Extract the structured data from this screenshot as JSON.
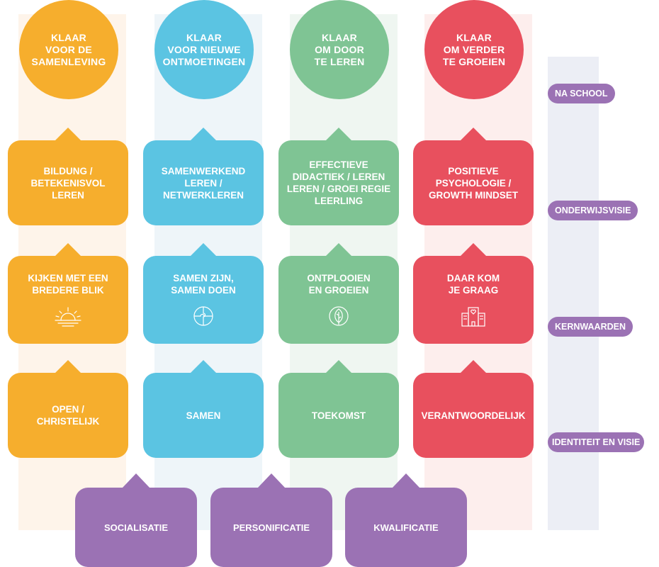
{
  "colors": {
    "yellow": "#f6ae2d",
    "blue": "#5bc4e2",
    "green": "#7fc494",
    "red": "#e8505e",
    "purple": "#9b72b4"
  },
  "columns": [
    {
      "circle": "KLAAR\nVOOR DE\nSAMENLEVING",
      "onderwijsvisie": "BILDUNG /\nBETEKENISVOL\nLEREN",
      "kernwaarde": "KIJKEN MET EEN\nBREDERE BLIK",
      "kernwaarde_icon": "sunrise-icon",
      "identiteit": "OPEN /\nCHRISTELIJK"
    },
    {
      "circle": "KLAAR\nVOOR NIEUWE\nONTMOETINGEN",
      "onderwijsvisie": "SAMENWERKEND\nLEREN /\nNETWERKLEREN",
      "kernwaarde": "SAMEN ZIJN,\nSAMEN DOEN",
      "kernwaarde_icon": "puzzle-circle-icon",
      "identiteit": "SAMEN"
    },
    {
      "circle": "KLAAR\nOM DOOR\nTE LEREN",
      "onderwijsvisie": "EFFECTIEVE\nDIDACTIEK / LEREN\nLEREN / GROEI REGIE\nLEERLING",
      "kernwaarde": "ONTPLOOIEN\nEN GROEIEN",
      "kernwaarde_icon": "leaf-circle-icon",
      "identiteit": "TOEKOMST"
    },
    {
      "circle": "KLAAR\nOM VERDER\nTE GROEIEN",
      "onderwijsvisie": "POSITIEVE\nPSYCHOLOGIE /\nGROWTH MINDSET",
      "kernwaarde": "DAAR KOM\nJE GRAAG",
      "kernwaarde_icon": "school-heart-icon",
      "identiteit": "VERANTWOORDELIJK"
    }
  ],
  "levels": [
    "NA SCHOOL",
    "ONDERWIJSVISIE",
    "KERNWAARDEN",
    "IDENTITEIT EN VISIE"
  ],
  "functions": [
    "SOCIALISATIE",
    "PERSONIFICATIE",
    "KWALIFICATIE"
  ]
}
